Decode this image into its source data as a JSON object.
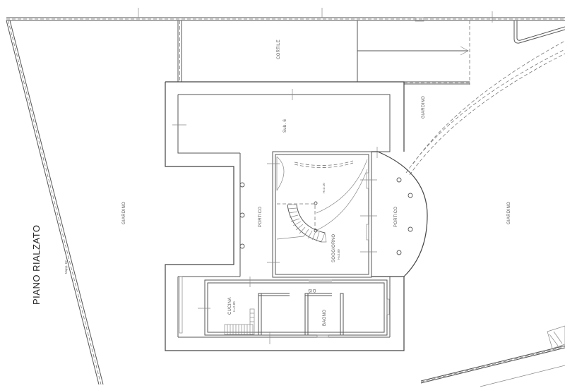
{
  "drawing": {
    "title": "PIANO RIALZATO",
    "parcel_label": "Mapp. 62",
    "stroke_color": "#555555",
    "background": "#ffffff"
  },
  "rooms": {
    "cortile": {
      "label": "CORTILE"
    },
    "sub6": {
      "label": "Sub. 6"
    },
    "giardino_top_right": {
      "label": "GIARDINO"
    },
    "giardino_left": {
      "label": "GIARDINO"
    },
    "giardino_right": {
      "label": "GIARDINO"
    },
    "portico_west": {
      "label": "PORTICO"
    },
    "portico_east": {
      "label": "PORTICO"
    },
    "soggiorno": {
      "label": "SOGGIORNO",
      "height": "H=2.80"
    },
    "void_height": {
      "label": "H=3.10"
    },
    "cucina": {
      "label": "CUCINA",
      "height": "H=2.80"
    },
    "bagno": {
      "label": "BAGNO"
    },
    "dis": {
      "label": "DIS"
    }
  }
}
